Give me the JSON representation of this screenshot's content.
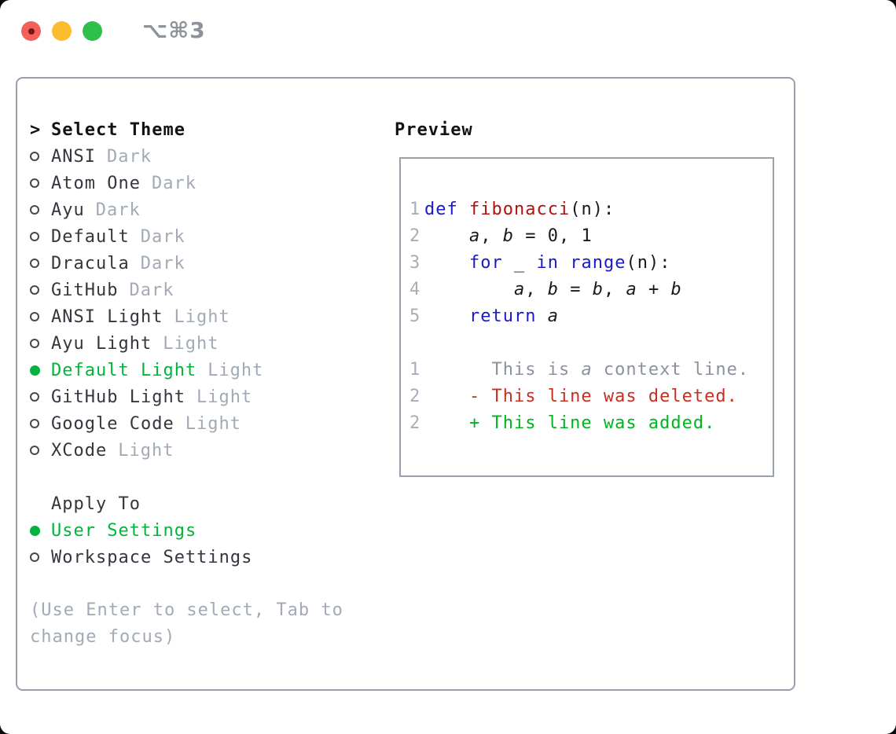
{
  "window": {
    "title": "⌥⌘3"
  },
  "theme_picker": {
    "title_marker": ">",
    "title": "Select Theme",
    "items": [
      {
        "label": "ANSI",
        "tag": "Dark",
        "selected": false
      },
      {
        "label": "Atom One",
        "tag": "Dark",
        "selected": false
      },
      {
        "label": "Ayu",
        "tag": "Dark",
        "selected": false
      },
      {
        "label": "Default",
        "tag": "Dark",
        "selected": false
      },
      {
        "label": "Dracula",
        "tag": "Dark",
        "selected": false
      },
      {
        "label": "GitHub",
        "tag": "Dark",
        "selected": false
      },
      {
        "label": "ANSI Light",
        "tag": "Light",
        "selected": false
      },
      {
        "label": "Ayu Light",
        "tag": "Light",
        "selected": false
      },
      {
        "label": "Default Light",
        "tag": "Light",
        "selected": true
      },
      {
        "label": "GitHub Light",
        "tag": "Light",
        "selected": false
      },
      {
        "label": "Google Code",
        "tag": "Light",
        "selected": false
      },
      {
        "label": "XCode",
        "tag": "Light",
        "selected": false
      }
    ]
  },
  "apply_to": {
    "title": "Apply To",
    "options": [
      {
        "label": "User Settings",
        "selected": true
      },
      {
        "label": "Workspace Settings",
        "selected": false
      }
    ]
  },
  "help_text": "(Use Enter to select, Tab to change focus)",
  "preview": {
    "title": "Preview",
    "lines": [
      {
        "num": "1",
        "segments": [
          {
            "t": "def",
            "c": "keyword"
          },
          {
            "t": " "
          },
          {
            "t": "fibonacci",
            "c": "function"
          },
          {
            "t": "(n):"
          }
        ]
      },
      {
        "num": "2",
        "segments": [
          {
            "t": "    "
          },
          {
            "t": "a",
            "i": true
          },
          {
            "t": ", "
          },
          {
            "t": "b",
            "i": true
          },
          {
            "t": " = 0, 1"
          }
        ]
      },
      {
        "num": "3",
        "segments": [
          {
            "t": "    "
          },
          {
            "t": "for",
            "c": "keyword"
          },
          {
            "t": " _ "
          },
          {
            "t": "in",
            "c": "keyword"
          },
          {
            "t": " "
          },
          {
            "t": "range",
            "c": "keyword"
          },
          {
            "t": "(n):"
          }
        ]
      },
      {
        "num": "4",
        "segments": [
          {
            "t": "        "
          },
          {
            "t": "a",
            "i": true
          },
          {
            "t": ", "
          },
          {
            "t": "b",
            "i": true
          },
          {
            "t": " = "
          },
          {
            "t": "b",
            "i": true
          },
          {
            "t": ", "
          },
          {
            "t": "a",
            "i": true
          },
          {
            "t": " + "
          },
          {
            "t": "b",
            "i": true
          }
        ]
      },
      {
        "num": "5",
        "segments": [
          {
            "t": "    "
          },
          {
            "t": "return",
            "c": "keyword"
          },
          {
            "t": " "
          },
          {
            "t": "a",
            "i": true
          }
        ]
      },
      {
        "num": "",
        "segments": []
      },
      {
        "num": "1",
        "segments": [
          {
            "t": "      This is ",
            "c": "context"
          },
          {
            "t": "a",
            "c": "context",
            "i": true
          },
          {
            "t": " context line.",
            "c": "context"
          }
        ]
      },
      {
        "num": "2",
        "segments": [
          {
            "t": "    - This line was deleted.",
            "c": "deleted"
          }
        ]
      },
      {
        "num": "2",
        "segments": [
          {
            "t": "    + This line was added.",
            "c": "added"
          }
        ]
      }
    ]
  },
  "colors": {
    "accent_green": "#00b43c",
    "keyword_blue": "#1a1ac8",
    "function_red": "#b01111",
    "diff_red": "#c53020",
    "diff_green": "#00b41f",
    "text_dark": "#33363d",
    "title_black": "#121317",
    "code_dark": "#17191c",
    "muted_gray": "#a2aab6",
    "gutter_gray": "#a6aeba",
    "context_gray": "#8b929c",
    "border_gray": "#99a1ad",
    "titlebar_gray": "#8d929b",
    "radio_gray": "#43474e",
    "traffic_red": "#f3605b",
    "traffic_yellow": "#fbbc30",
    "traffic_green": "#2ec04a",
    "traffic_red_dot": "#731912"
  }
}
